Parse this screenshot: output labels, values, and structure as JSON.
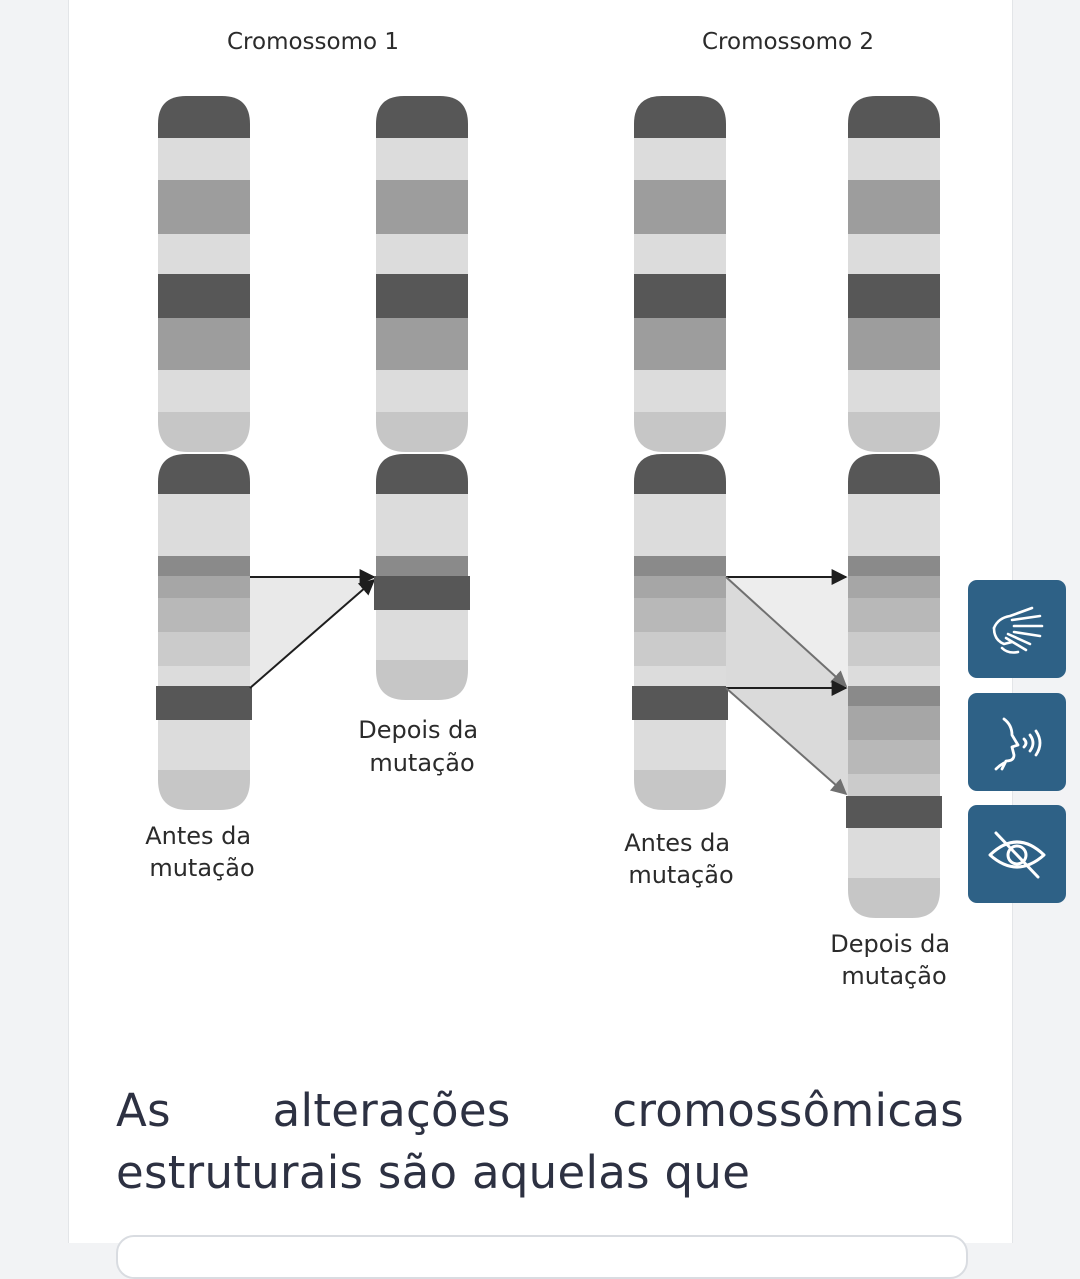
{
  "diagram": {
    "title_left": "Cromossomo 1",
    "title_right": "Cromossomo 2",
    "chr1_before_label": [
      "Antes da",
      "mutação"
    ],
    "chr1_after_label": [
      "Depois da",
      "mutação"
    ],
    "chr2_before_label": [
      "Antes da",
      "mutação"
    ],
    "chr2_after_label": [
      "Depois da",
      "mutação"
    ]
  },
  "question": {
    "text": "As alterações cromossômicas estruturais são aquelas que"
  },
  "accessibility": {
    "sign_language_icon": "sign-language-icon",
    "audio_icon": "audio-description-icon",
    "contrast_icon": "hide-eye-icon",
    "color": "#2e6186"
  }
}
